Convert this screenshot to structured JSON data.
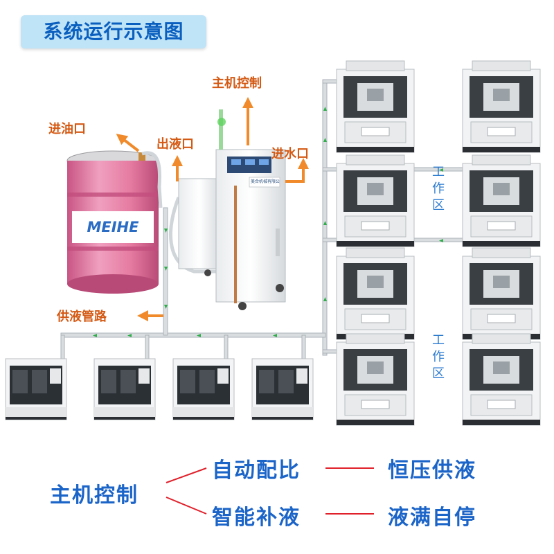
{
  "title": "系统运行示意图",
  "callouts": {
    "host_control": "主机控制",
    "oil_inlet": "进油口",
    "liquid_outlet": "出液口",
    "water_inlet": "进水口",
    "supply_pipe": "供液管路"
  },
  "drum_brand": "MEIHE",
  "machine_brand": "美合机械有限公司",
  "work_zone_label": [
    "工",
    "作",
    "区"
  ],
  "features": {
    "main": "主机控制",
    "auto_ratio": "自动配比",
    "constant_pressure": "恒压供液",
    "smart_refill": "智能补液",
    "full_stop": "液满自停"
  },
  "colors": {
    "title_bg": "#bfe3f7",
    "title_text": "#0a5fbf",
    "callout": "#d45a14",
    "arrow": "#f08a2a",
    "feature_text": "#1b64c8",
    "connector": "#e0202a",
    "drum_pink": "#e57aa0",
    "flow_arrow": "#2fae4a"
  }
}
